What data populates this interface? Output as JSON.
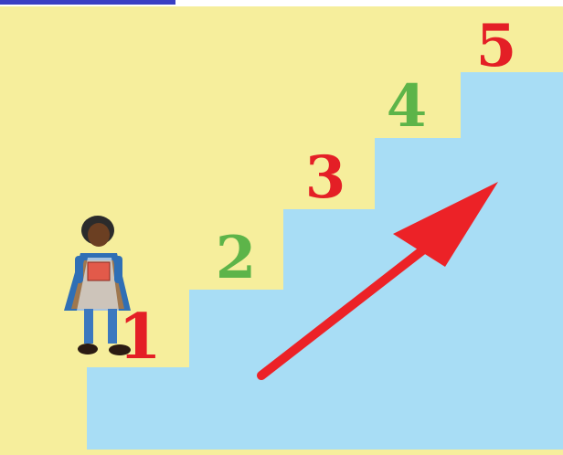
{
  "scene": {
    "background_color": "#f6ee9c",
    "stairs_color": "#a8ddf5",
    "arrow_color": "#ec2227",
    "accent_bar_color": "#3a3fc4",
    "steps": [
      {
        "label": "1",
        "color": "#e41f26"
      },
      {
        "label": "2",
        "color": "#5db449"
      },
      {
        "label": "3",
        "color": "#e41f26"
      },
      {
        "label": "4",
        "color": "#5db449"
      },
      {
        "label": "5",
        "color": "#e41f26"
      }
    ],
    "figure": "girl-holding-book-icon",
    "arrow": "up-right-arrow-icon"
  }
}
